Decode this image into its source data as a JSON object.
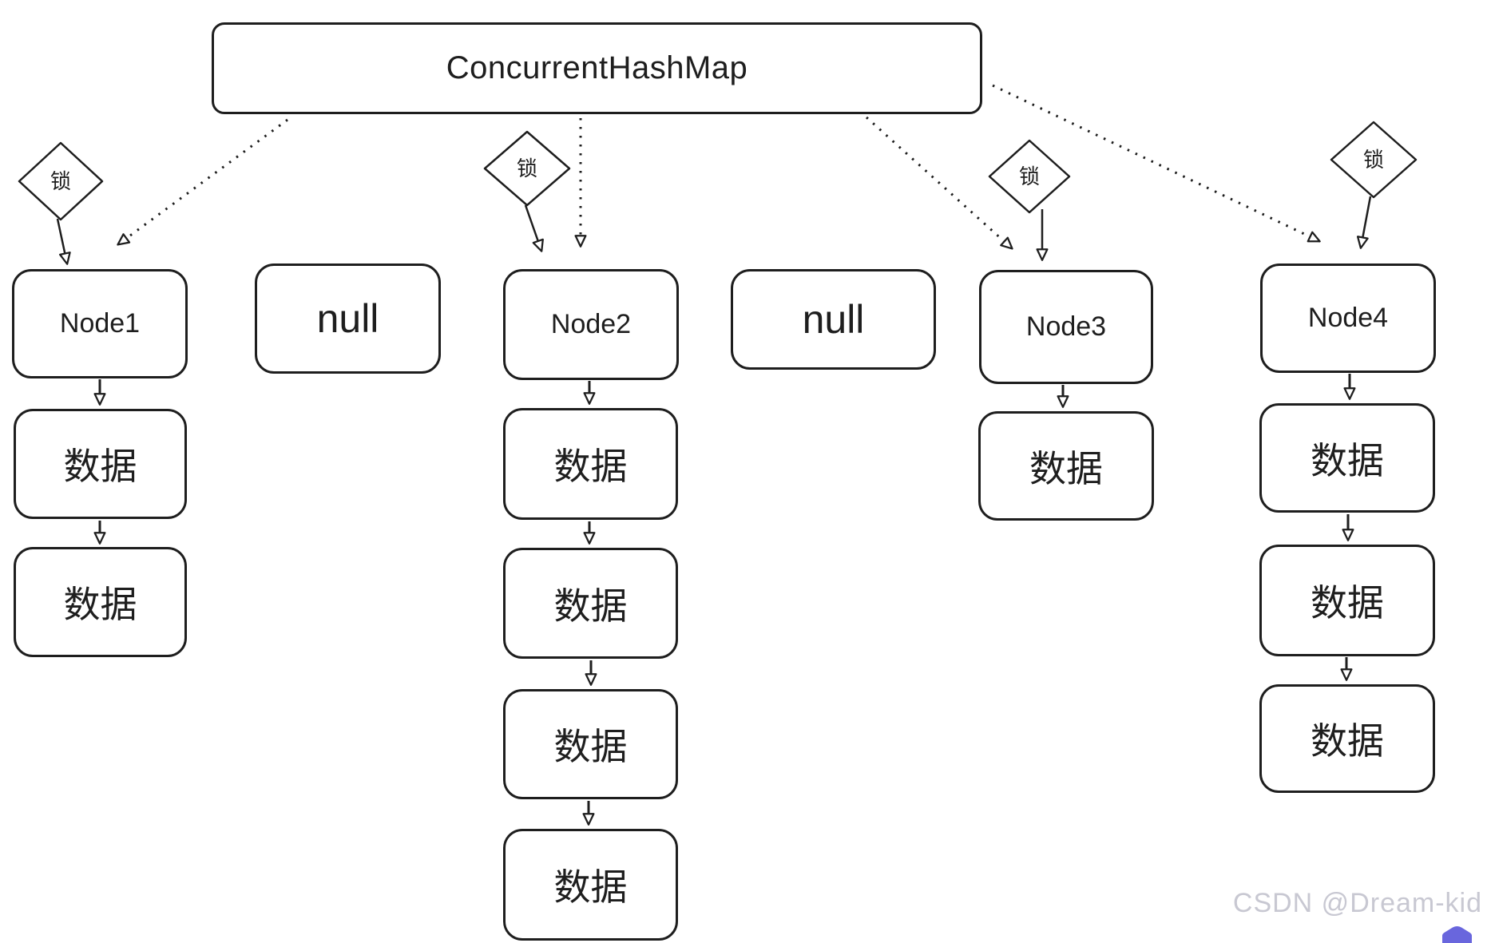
{
  "diagram": {
    "title": "ConcurrentHashMap",
    "locks": [
      {
        "label": "锁"
      },
      {
        "label": "锁"
      },
      {
        "label": "锁"
      },
      {
        "label": "锁"
      }
    ],
    "buckets": [
      {
        "label": "Node1",
        "type": "node",
        "chain": [
          {
            "label": "数据"
          },
          {
            "label": "数据"
          }
        ]
      },
      {
        "label": "null",
        "type": "empty",
        "chain": []
      },
      {
        "label": "Node2",
        "type": "node",
        "chain": [
          {
            "label": "数据"
          },
          {
            "label": "数据"
          },
          {
            "label": "数据"
          },
          {
            "label": "数据"
          }
        ]
      },
      {
        "label": "null",
        "type": "empty",
        "chain": []
      },
      {
        "label": "Node3",
        "type": "node",
        "chain": [
          {
            "label": "数据"
          }
        ]
      },
      {
        "label": "Node4",
        "type": "node",
        "chain": [
          {
            "label": "数据"
          },
          {
            "label": "数据"
          },
          {
            "label": "数据"
          }
        ]
      }
    ]
  },
  "watermark": {
    "text": "CSDN @Dream-kid"
  },
  "colors": {
    "stroke": "#1e1e1e",
    "background": "#ffffff",
    "watermark_text": "#c8c8d2",
    "badge": "#6966dd"
  }
}
